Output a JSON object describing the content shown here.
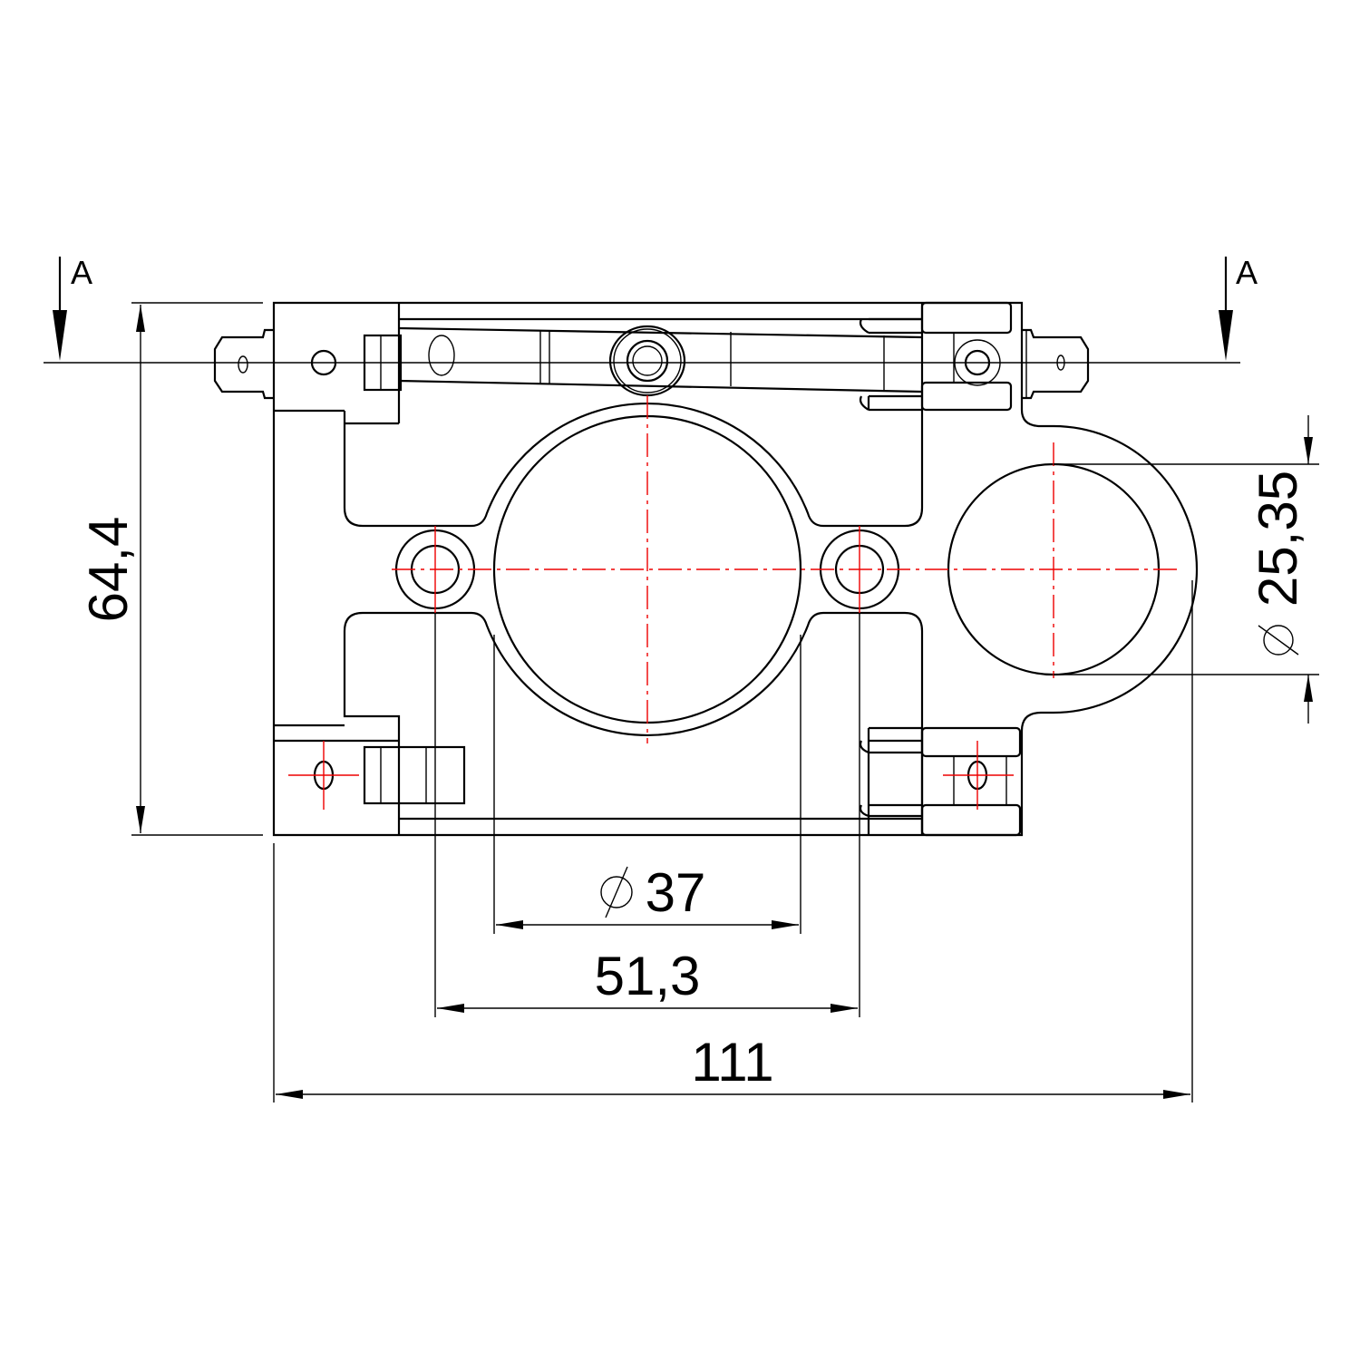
{
  "section": {
    "left_label": "A",
    "right_label": "A"
  },
  "dimensions": {
    "height": "64,4",
    "small_bore_diameter": "25,35",
    "large_bore_diameter": "37",
    "hole_spacing": "51,3",
    "overall_width": "111"
  },
  "symbols": {
    "diameter": "diameter-symbol"
  },
  "colors": {
    "outline": "#000000",
    "centerline": "#e00000"
  }
}
